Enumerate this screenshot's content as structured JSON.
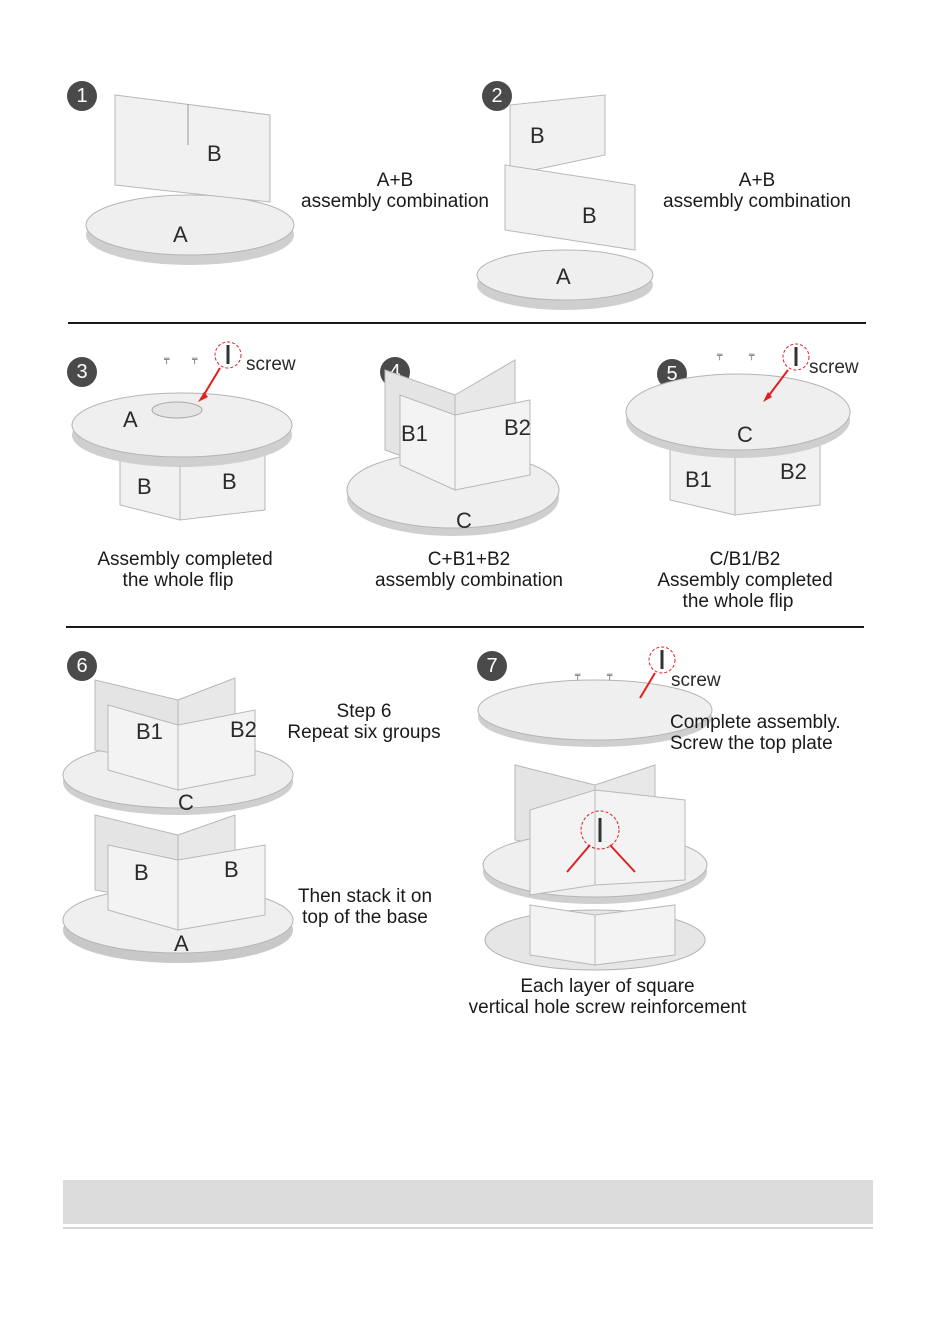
{
  "steps": [
    {
      "number": "1",
      "labels": [
        "B",
        "A"
      ],
      "caption": [
        "A+B",
        "assembly combination"
      ]
    },
    {
      "number": "2",
      "labels": [
        "B",
        "B",
        "A"
      ],
      "caption": [
        "A+B",
        "assembly combination"
      ]
    },
    {
      "number": "3",
      "labels": [
        "A",
        "B",
        "B"
      ],
      "screw_label": "screw",
      "caption": [
        "Assembly completed",
        "the whole flip"
      ]
    },
    {
      "number": "4",
      "labels": [
        "B1",
        "B2",
        "C"
      ],
      "caption": [
        "C+B1+B2",
        "assembly combination"
      ]
    },
    {
      "number": "5",
      "labels": [
        "C",
        "B1",
        "B2"
      ],
      "screw_label": "screw",
      "caption": [
        "C/B1/B2",
        "Assembly completed",
        "the whole flip"
      ]
    },
    {
      "number": "6",
      "labels": [
        "B1",
        "B2",
        "C",
        "B",
        "B",
        "A"
      ],
      "caption_top": [
        "Step 6",
        "Repeat six groups"
      ],
      "caption_bottom": [
        "Then stack it on",
        "top of the base"
      ]
    },
    {
      "number": "7",
      "screw_label": "screw",
      "caption_side": [
        "Complete assembly.",
        "Screw the top plate"
      ],
      "caption": [
        "Each layer of square",
        "vertical hole screw reinforcement"
      ]
    }
  ],
  "colors": {
    "badge": "#4a4a4a",
    "board": "#f4f4f4",
    "edge": "#9a9a9a",
    "callout": "#e02020"
  }
}
